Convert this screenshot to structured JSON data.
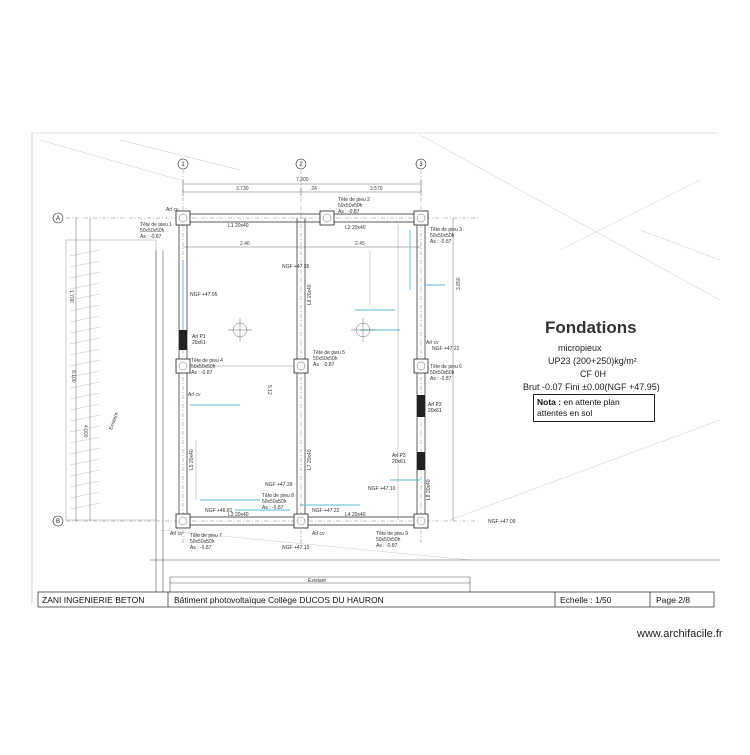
{
  "drawing": {
    "title": "Fondations",
    "subtitle_lines": [
      "micropieux",
      "UP23 (200+250)kg/m²",
      "CF 0H",
      "Brut -0.07 Fini ±0.00(NGF +47.95)"
    ],
    "nota_label": "Nota :",
    "nota_text": "en attente plan attentes en sol",
    "grid_axes": [
      "1",
      "2",
      "3",
      "A",
      "B"
    ],
    "dimensions": [
      "7.300",
      "3.730",
      "3.570",
      ".24",
      "2.46",
      "2.45",
      "1.700",
      "8.100",
      "4.000",
      "3.850",
      "5.12"
    ],
    "pile_heads": [
      {
        "name": "Tête de pieu 1",
        "size": "50x50x50h",
        "level": "As : -0.87"
      },
      {
        "name": "Tête de pieu 2",
        "size": "50x50x50h",
        "level": "As : -0.87"
      },
      {
        "name": "Tête de pieu 3",
        "size": "50x50x50h",
        "level": "As : -0.87"
      },
      {
        "name": "Tête de pieu 4",
        "size": "50x50x50h",
        "level": "As : -0.87"
      },
      {
        "name": "Tête de pieu 5",
        "size": "50x50x50h",
        "level": "As : -0.87"
      },
      {
        "name": "Tête de pieu 6",
        "size": "50x50x50h",
        "level": "As : -0.87"
      },
      {
        "name": "Tête de pieu 7",
        "size": "50x50x50h",
        "level": "As : -0.87"
      },
      {
        "name": "Tête de pieu 8",
        "size": "50x50x50h",
        "level": "As : -0.87"
      },
      {
        "name": "Tête de pieu 9",
        "size": "50x50x50h",
        "level": "As : -0.87"
      }
    ],
    "beams": [
      "L1 20x40",
      "L2 20x40",
      "L3 20x40",
      "L4 20x40",
      "L5 20x40",
      "L6 20x40",
      "L7 20x40",
      "L8 20x40"
    ],
    "walls": [
      {
        "name": "Arl P1",
        "size": "20x61"
      },
      {
        "name": "Arl P2",
        "size": "20x61"
      },
      {
        "name": "Arl P3",
        "size": "20x61"
      }
    ],
    "levels": [
      "NGF +47.95",
      "NGF +47.10",
      "NGF +47.22",
      "NGF +47.35",
      "NGF +47.09",
      "NGF +47.10",
      "NGF +46.81",
      "NGF +47.39",
      "NGF +47.22"
    ],
    "misc_labels": [
      "Arl cv",
      "Arl cv",
      "Arl cv",
      "Arl cv",
      "Arl cv",
      "Existant",
      "Existant"
    ]
  },
  "cartouche": {
    "company": "ZANI INGENIERIE BETON",
    "project": "Bâtiment photovoltaïque Collège DUCOS DU HAURON",
    "scale": "Echelle : 1/50",
    "page": "Page 2/8"
  },
  "watermark": "www.archifacile.fr",
  "colors": {
    "line": "#222222",
    "light_line": "#888888",
    "cyan": "#59b8d8",
    "wall": "#222222"
  }
}
